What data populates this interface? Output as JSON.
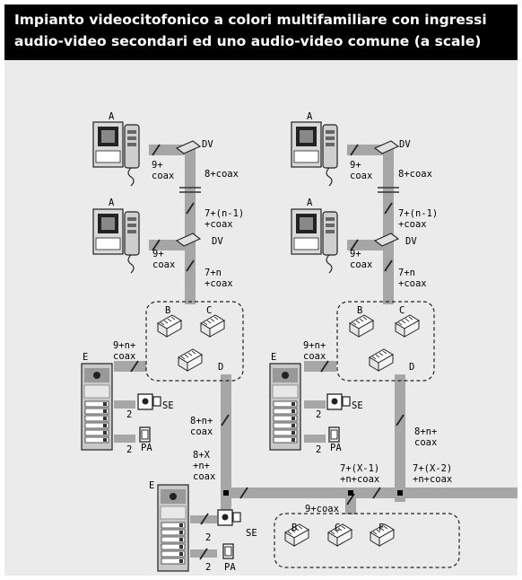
{
  "header": {
    "title_line1": "Impianto videocitofonico a colori multifamiliare con ingressi",
    "title_line2": "audio-video secondari ed uno audio-video comune (a scale)"
  },
  "colors": {
    "bus": "#a6a6a6",
    "background": "#ebebeb",
    "header": "#000000"
  },
  "left": {
    "monitor_top_label": "A",
    "dv_top_label": "DV",
    "wire_top_label": "9+\ncoax",
    "wire_riser_top_label": "8+coax",
    "monitor_mid_label": "A",
    "wire_riser_mid_label": "7+(n-1)\n+coax",
    "dv_mid_label": "DV",
    "wire_mid_label": "9+\ncoax",
    "wire_riser_low_label": "7+n\n+coax",
    "module_b_label": "B",
    "module_c_label": "C",
    "module_d_label": "D",
    "panel_label": "E",
    "wire_panel_label": "9+n+\ncoax",
    "se_label": "SE",
    "se_wire_label": "2",
    "pa_label": "PA",
    "pa_wire_label": "2",
    "wire_drop_label": "8+n+\ncoax"
  },
  "right": {
    "monitor_top_label": "A",
    "dv_top_label": "DV",
    "wire_top_label": "9+\ncoax",
    "wire_riser_top_label": "8+coax",
    "monitor_mid_label": "A",
    "wire_riser_mid_label": "7+(n-1)\n+coax",
    "dv_mid_label": "DV",
    "wire_mid_label": "9+\ncoax",
    "wire_riser_low_label": "7+n\n+coax",
    "module_b_label": "B",
    "module_c_label": "C",
    "module_d_label": "D",
    "panel_label": "E",
    "wire_panel_label": "9+n+\ncoax",
    "se_label": "SE",
    "se_wire_label": "2",
    "pa_label": "PA",
    "pa_wire_label": "2",
    "wire_drop_label": "8+n+\ncoax"
  },
  "common": {
    "panel_label": "E",
    "wire_main_label": "8+X\n+n+\ncoax",
    "wire_mid_label": "7+(X-1)\n+n+coax",
    "wire_right_label": "7+(X-2)\n+n+coax",
    "wire_down_label": "9+coax",
    "se_label": "SE",
    "se_wire_label": "2",
    "pa_label": "PA",
    "pa_wire_label": "2",
    "module_b_label": "B",
    "module_c_label": "C",
    "module_f_label": "F"
  }
}
